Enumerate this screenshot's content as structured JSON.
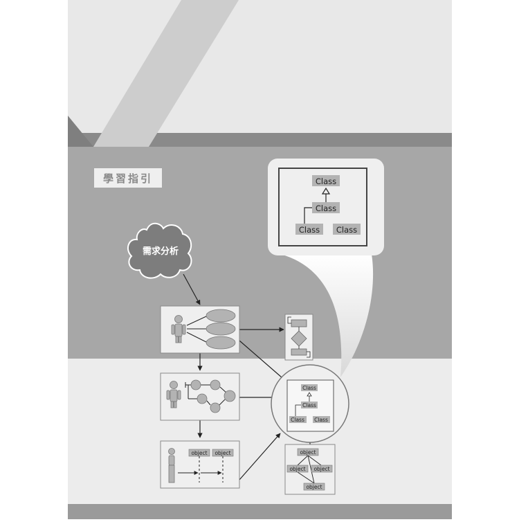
{
  "guide_label": "學習指引",
  "cloud_label": "需求分析",
  "class_label": "Class",
  "object_label": "object",
  "colors": {
    "top_band": "#e8e8e8",
    "mid_band": "#a7a7a7",
    "stripe": "#cdcdcd",
    "dark_edge": "#7f7f7f",
    "bottom_band": "#ececec",
    "box_fill": "#efefef",
    "node_fill": "#b3b3b3",
    "line": "#222222"
  }
}
